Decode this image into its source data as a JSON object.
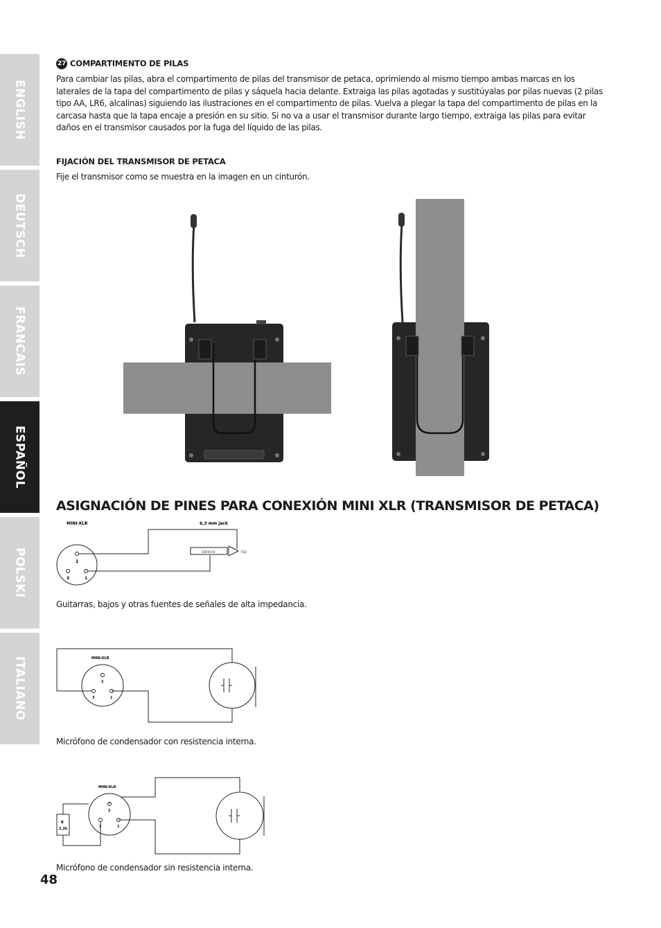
{
  "language_tabs": [
    {
      "label": "ENGLISH",
      "active": false
    },
    {
      "label": "DEUTSCH",
      "active": false
    },
    {
      "label": "FRANCAIS",
      "active": false
    },
    {
      "label": "ESPAÑOL",
      "active": true
    },
    {
      "label": "POLSKI",
      "active": false
    },
    {
      "label": "ITALIANO",
      "active": false
    }
  ],
  "section_battery": {
    "number": "27",
    "heading": "COMPARTIMENTO DE PILAS",
    "text": "Para cambiar las pilas, abra el compartimento de pilas del transmisor de petaca, oprimiendo al mismo tiempo ambas marcas en los laterales de la tapa del compartimento de pilas y sáquela hacia delante. Extraiga las pilas agotadas y sustitúyalas por pilas nuevas (2 pilas tipo AA, LR6, alcalinas) siguiendo las ilustraciones en el compartimento de pilas. Vuelva a plegar la tapa del compartimento de pilas en la carcasa hasta que la tapa encaje a presión en su sitio. Si no va a usar el transmisor durante largo tiempo, extraiga las pilas para evitar daños en el transmisor causados por la fuga del líquido de las pilas."
  },
  "section_mount": {
    "heading": "FIJACIÓN DEL TRANSMISOR DE PETACA",
    "text": "Fije el transmisor como se muestra en la imagen en un cinturón."
  },
  "pin_section": {
    "heading": "ASIGNACIÓN DE PINES PARA CONEXIÓN MINI XLR (TRANSMISOR DE PETACA)",
    "diagram1": {
      "label_xlr": "MINI-XLR",
      "label_jack": "6,3 mm jack",
      "sleeve": "sleeve",
      "tip": "tip",
      "pins": [
        "2",
        "3",
        "1"
      ],
      "caption": "Guitarras, bajos y otras fuentes de señales de alta impedancia."
    },
    "diagram2": {
      "label_xlr": "MINI-XLR",
      "pins": [
        "2",
        "3",
        "1"
      ],
      "caption": "Micrófono de condensador con resistencia interna."
    },
    "diagram3": {
      "label_xlr": "MINI-XLR",
      "pins": [
        "2",
        "3",
        "1"
      ],
      "resistor_r": "R",
      "resistor_value": "2,2k",
      "caption": "Micrófono de condensador sin resistencia interna."
    }
  },
  "page_number": "48",
  "colors": {
    "tab_inactive": "#d4d4d4",
    "tab_active": "#1e1e1e",
    "strap": "#8e8e8e",
    "device": "#262626"
  }
}
